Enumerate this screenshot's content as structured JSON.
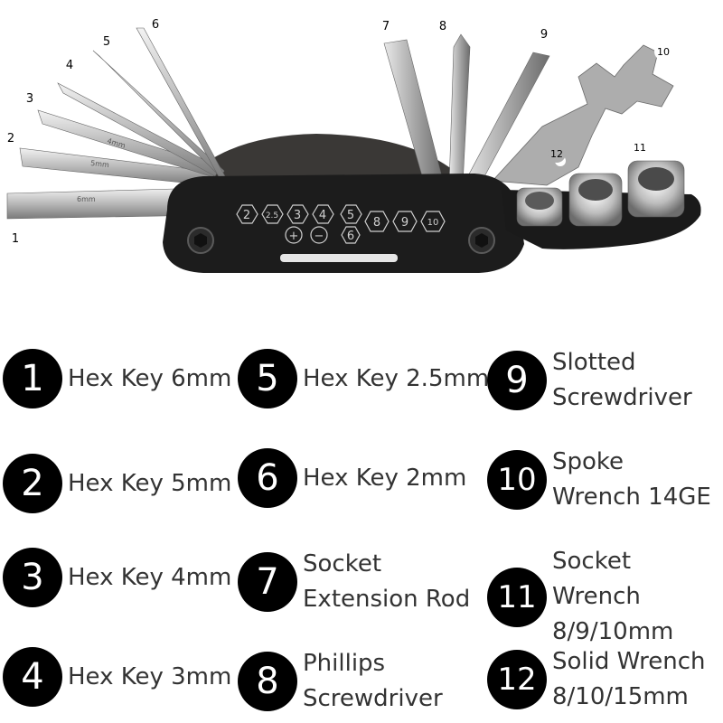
{
  "diagram": {
    "callouts": [
      "1",
      "2",
      "3",
      "4",
      "5",
      "6",
      "7",
      "8",
      "9",
      "10",
      "11",
      "12"
    ],
    "body_marks": [
      "2",
      "2.5",
      "3",
      "4",
      "5",
      "8",
      "9",
      "10",
      "+",
      "−",
      "6"
    ],
    "tool_stamps": [
      "6mm",
      "5mm",
      "4mm"
    ]
  },
  "legend": [
    {
      "num": "1",
      "label": "Hex Key 6mm"
    },
    {
      "num": "2",
      "label": "Hex Key 5mm"
    },
    {
      "num": "3",
      "label": "Hex Key 4mm"
    },
    {
      "num": "4",
      "label": "Hex Key 3mm"
    },
    {
      "num": "5",
      "label": "Hex Key 2.5mm"
    },
    {
      "num": "6",
      "label": "Hex Key 2mm"
    },
    {
      "num": "7",
      "label": "Socket\nExtension Rod"
    },
    {
      "num": "8",
      "label": "Phillips\nScrewdriver"
    },
    {
      "num": "9",
      "label": "Slotted\nScrewdriver"
    },
    {
      "num": "10",
      "label": "Spoke\nWrench 14GE"
    },
    {
      "num": "11",
      "label": "Socket Wrench\n8/9/10mm"
    },
    {
      "num": "12",
      "label": "Solid Wrench\n8/10/15mm"
    }
  ],
  "colors": {
    "badge": "#000000",
    "label_text": "#333333",
    "tool_body": "#1c1c1c",
    "metal": "#b9b9b9"
  }
}
